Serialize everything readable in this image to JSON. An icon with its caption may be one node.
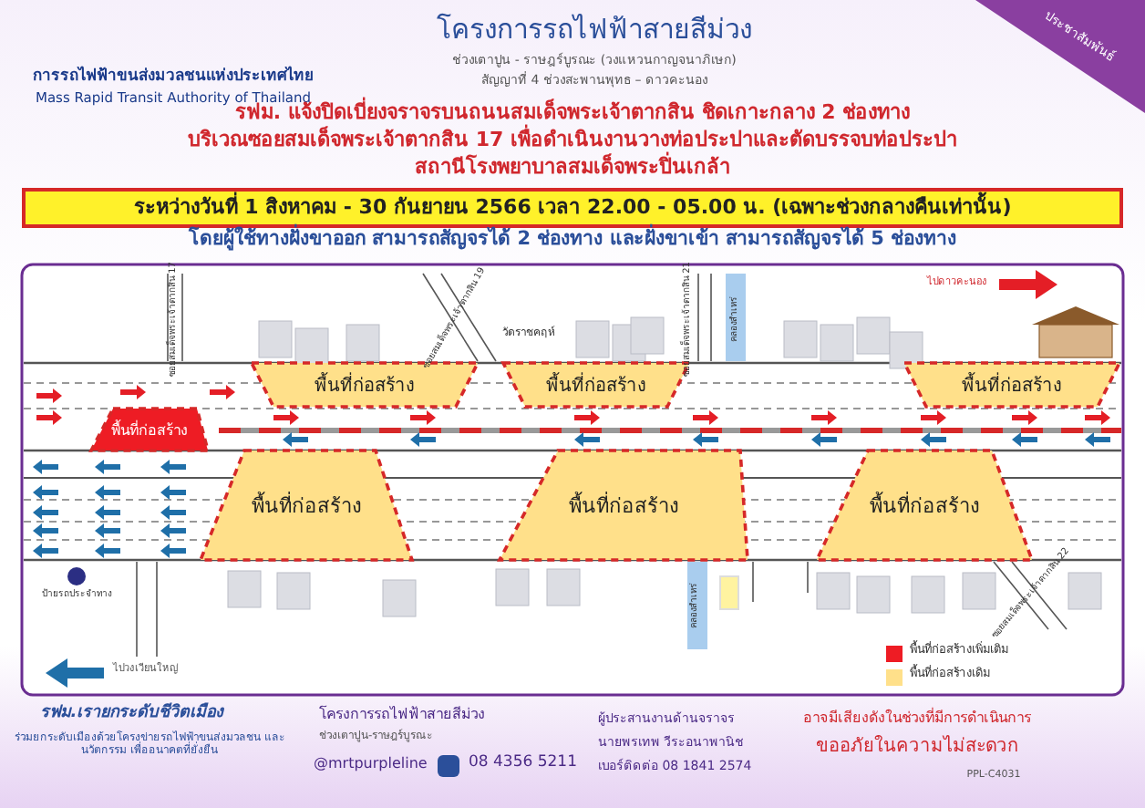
{
  "diagram": {
    "nodes": [
      {
        "text": [
          "พื้นที่ก่อสร้าง"
        ]
      },
      {
        "text": [
          "พื้นที่ก่อสร้าง"
        ]
      },
      {
        "text": [
          "พื้นที่ก่อสร้าง"
        ]
      },
      {
        "text": [
          "พื้นที่ก่อสร้าง"
        ]
      },
      {
        "text": [
          "พื้นที่ก่อสร้าง"
        ]
      },
      {
        "text": [
          "พื้นที่ก่อสร้าง"
        ]
      },
      {
        "text": [
          "พื้นที่ก่อสร้าง"
        ]
      }
    ],
    "labels": [
      "การรถไฟฟ้าขนส่งมวลชนแห่งประเทศไทย",
      "Mass Rapid Transit Authority of Thailand",
      "โครงการรถไฟฟ้าสายสีม่วง",
      "ช่วงเตาปูน - ราษฎร์บูรณะ (วงแหวนกาญจนาภิเษก)",
      "สัญญาที่ 4 ช่วงสะพานพุทธ – ดาวคะนอง",
      "ประชาสัมพันธ์",
      "รฟม. แจ้งปิดเบี่ยงจราจรบนถนนสมเด็จพระเจ้าตากสิน ชิดเกาะกลาง 2 ช่องทาง",
      "บริเวณซอยสมเด็จพระเจ้าตากสิน 17 เพื่อดำเนินงานวางท่อประปาและตัดบรรจบท่อประปา",
      "สถานีโรงพยาบาลสมเด็จพระปิ่นเกล้า",
      "ระหว่างวันที่ 1 สิงหาคม - 30 กันยายน 2566 เวลา 22.00 - 05.00 น. (เฉพาะช่วงกลางคืนเท่านั้น)",
      "โดยผู้ใช้ทางฝั่งขาออก สามารถสัญจรได้ 2 ช่องทาง และฝั่งขาเข้า สามารถสัญจรได้ 5 ช่องทาง",
      "ซอยสมเด็จพระเจ้าตากสิน 17",
      "ซอยสมเด็จพระเจ้าตากสิน 19",
      "วัดราชคฤห์",
      "ซอยสมเด็จพระเจ้าตากสิน 21",
      "คลองสำเหร่",
      "ไปดาวคะนอง",
      "ป้ายรถประจำทาง",
      "คลองสำเหร่",
      "ซอยสมเด็จพระเจ้าตากสิน 22",
      "ไปวงเวียนใหญ่",
      "รฟม.เรายกระดับชีวิตเมือง",
      "ร่วมยกระดับเมืองด้วยโครงข่ายรถไฟฟ้าขนส่งมวลชน และนวัตกรรม เพื่ออนาคตที่ยั่งยืน",
      "โครงการรถไฟฟ้าสายสีม่วง",
      "ช่วงเตาปูน-ราษฎร์บูรณะ",
      "@mrtpurpleline",
      "08 4356 5211",
      "ผู้ประสานงานด้านจราจร",
      "นายพรเทพ วีระอนาพานิช",
      "เบอร์ติดต่อ 08 1841 2574",
      "อาจมีเสียงดังในช่วงที่มีการดำเนินการ",
      "ขออภัยในความไม่สะดวก",
      "PPL-C4031"
    ],
    "legend": [
      {
        "text": "พื้นที่ก่อสร้างเพิ่มเติม",
        "color": "#ee1c24"
      },
      {
        "text": "พื้นที่ก่อสร้างเดิม",
        "color": "#ffe08a"
      }
    ]
  }
}
